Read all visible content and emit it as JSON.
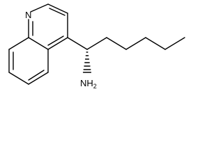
{
  "molecule": {
    "atoms": {
      "ring_nitrogen": "N",
      "amine": {
        "main": "NH",
        "subscript": "2"
      }
    },
    "stereo_bond": "hashed-wedge",
    "colors": {
      "bond": "#000000",
      "label": "#000000",
      "background": "#ffffff"
    }
  }
}
